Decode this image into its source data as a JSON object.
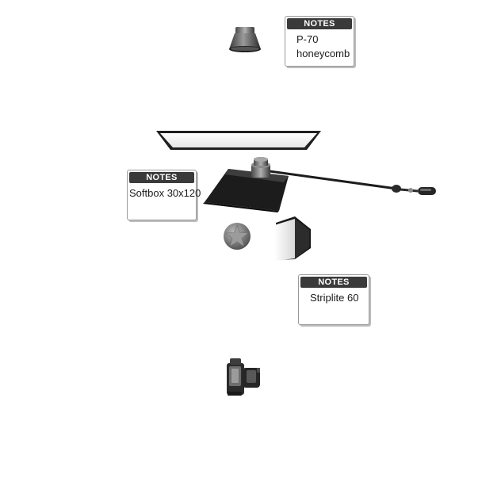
{
  "colors": {
    "note_header": "#3a3a3a",
    "equipment_dark": "#2b2b2b",
    "diffuser": "#f2f2f2"
  },
  "notes": {
    "p70": {
      "header": "NOTES",
      "lines": [
        "P-70",
        "honeycomb"
      ]
    },
    "softbox": {
      "header": "NOTES",
      "lines": [
        "Softbox 30x120"
      ]
    },
    "striplite": {
      "header": "NOTES",
      "lines": [
        "Striplite 60"
      ]
    }
  },
  "equipment": [
    {
      "name": "reflector-p70",
      "icon": "reflector-dish-icon"
    },
    {
      "name": "softbox-panel",
      "icon": "softbox-panel-icon"
    },
    {
      "name": "boom-softbox",
      "icon": "softbox-on-boom-icon"
    },
    {
      "name": "reflector-ball",
      "icon": "star-ball-icon"
    },
    {
      "name": "striplite",
      "icon": "striplite-icon"
    },
    {
      "name": "camera",
      "icon": "camera-icon"
    }
  ]
}
